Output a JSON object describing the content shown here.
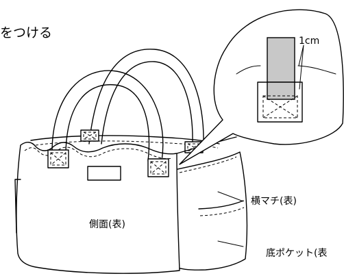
{
  "heading_fragment": "をつける",
  "labels": {
    "side_panel": "側面(表)",
    "gusset": "横マチ(表)",
    "bottom_pocket": "底ポケット(表"
  },
  "callout": {
    "measure": "1cm"
  }
}
